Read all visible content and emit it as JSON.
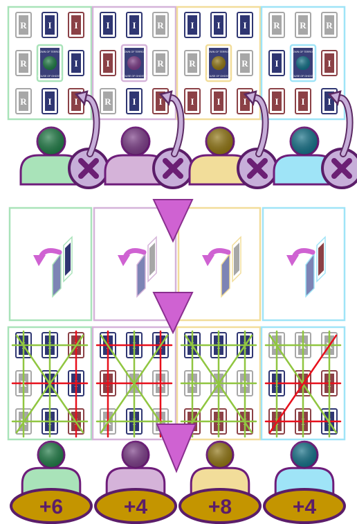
{
  "players": [
    {
      "id": "green",
      "color": "#a9e3b9",
      "token": "#1f7a45",
      "score_label": "+6",
      "score": 6
    },
    {
      "id": "purple",
      "color": "#d5b3d9",
      "token": "#7a3b86",
      "score_label": "+4",
      "score": 4
    },
    {
      "id": "yellow",
      "color": "#f2dd9a",
      "token": "#8f7412",
      "score_label": "+8",
      "score": 8
    },
    {
      "id": "blue",
      "color": "#9fe4f7",
      "token": "#136f86",
      "score_label": "+4",
      "score": 4
    }
  ],
  "boards": [
    [
      "gray-r",
      "navy",
      "red",
      "gray-r",
      "center",
      "navy",
      "gray-r",
      "navy",
      "red"
    ],
    [
      "navy",
      "navy",
      "gray-r",
      "red",
      "center",
      "gray-r",
      "gray-r",
      "navy",
      "red"
    ],
    [
      "navy",
      "navy",
      "navy",
      "gray-r",
      "center",
      "gray-r",
      "red",
      "red",
      "red"
    ],
    [
      "gray-r",
      "gray-r",
      "gray-r",
      "navy",
      "center",
      "red",
      "red",
      "red",
      "navy"
    ]
  ],
  "final_boards": [
    [
      "navy",
      "navy",
      "red",
      "gray-r",
      "navy",
      "navy",
      "gray-r",
      "navy",
      "red"
    ],
    [
      "navy",
      "navy",
      "navy",
      "red",
      "gray-r",
      "gray-r",
      "gray-r",
      "navy",
      "gray-r"
    ],
    [
      "navy",
      "navy",
      "navy",
      "gray-r",
      "gray-r",
      "gray-r",
      "red",
      "red",
      "red"
    ],
    [
      "gray-r",
      "gray-r",
      "gray-r",
      "navy",
      "red",
      "red",
      "red",
      "red",
      "navy"
    ]
  ],
  "center_tile_text": {
    "top": "TOWN OF TERROR",
    "bottom": "HOUSE OF GHOSTS"
  },
  "card_letters": {
    "gray": "R",
    "navy": "I",
    "red": "I"
  },
  "colors": {
    "arrow": "#cf62d2",
    "arrow_outline": "#8a2f8f",
    "cancel_circle": "#c7aed9",
    "cancel_x": "#6b1f74",
    "line_green": "#90c640",
    "line_red": "#e8101c",
    "score_badge": "#c49500",
    "score_text": "#5b1d69",
    "card_navy": "#2f3672",
    "card_red": "#8b4146",
    "card_gray": "#a7a7a7"
  },
  "icons": [
    "curved-arrow-icon",
    "cancel-x-icon",
    "person-icon",
    "down-triangle-icon",
    "card-flip-arrow-icon"
  ]
}
